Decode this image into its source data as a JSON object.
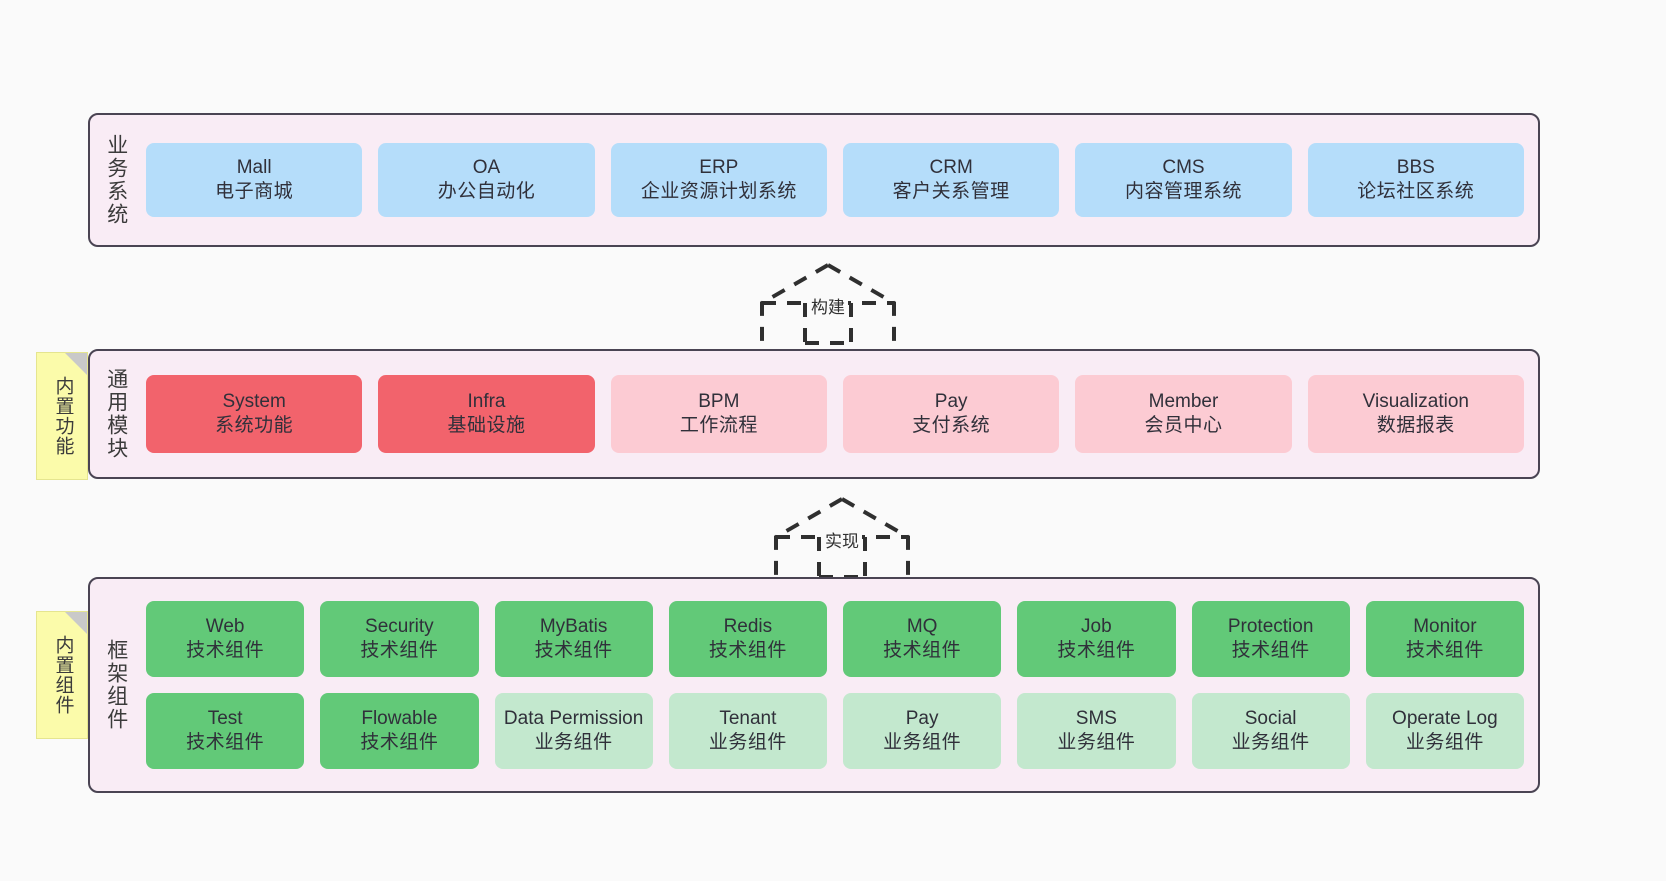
{
  "diagram": {
    "background_color": "#fafafa",
    "band_background": "#f9ecf5",
    "band_border": "#4a4453"
  },
  "layers": [
    {
      "key": "business",
      "label": "业务系统",
      "accent": "#b5ddfa",
      "rows": [
        [
          {
            "en": "Mall",
            "cn": "电子商城",
            "style": "blue"
          },
          {
            "en": "OA",
            "cn": "办公自动化",
            "style": "blue"
          },
          {
            "en": "ERP",
            "cn": "企业资源计划系统",
            "style": "blue"
          },
          {
            "en": "CRM",
            "cn": "客户关系管理",
            "style": "blue"
          },
          {
            "en": "CMS",
            "cn": "内容管理系统",
            "style": "blue"
          },
          {
            "en": "BBS",
            "cn": "论坛社区系统",
            "style": "blue"
          }
        ]
      ]
    },
    {
      "key": "modules",
      "label": "通用模块",
      "accent": "#f2636c",
      "sticky": "内置功能",
      "rows": [
        [
          {
            "en": "System",
            "cn": "系统功能",
            "style": "red-strong"
          },
          {
            "en": "Infra",
            "cn": "基础设施",
            "style": "red-strong"
          },
          {
            "en": "BPM",
            "cn": "工作流程",
            "style": "red-soft"
          },
          {
            "en": "Pay",
            "cn": "支付系统",
            "style": "red-soft"
          },
          {
            "en": "Member",
            "cn": "会员中心",
            "style": "red-soft"
          },
          {
            "en": "Visualization",
            "cn": "数据报表",
            "style": "red-soft"
          }
        ]
      ]
    },
    {
      "key": "framework",
      "label": "框架组件",
      "accent": "#62c978",
      "sticky": "内置组件",
      "rows": [
        [
          {
            "en": "Web",
            "cn": "技术组件",
            "style": "green-strong"
          },
          {
            "en": "Security",
            "cn": "技术组件",
            "style": "green-strong"
          },
          {
            "en": "MyBatis",
            "cn": "技术组件",
            "style": "green-strong"
          },
          {
            "en": "Redis",
            "cn": "技术组件",
            "style": "green-strong"
          },
          {
            "en": "MQ",
            "cn": "技术组件",
            "style": "green-strong"
          },
          {
            "en": "Job",
            "cn": "技术组件",
            "style": "green-strong"
          },
          {
            "en": "Protection",
            "cn": "技术组件",
            "style": "green-strong"
          },
          {
            "en": "Monitor",
            "cn": "技术组件",
            "style": "green-strong"
          }
        ],
        [
          {
            "en": "Test",
            "cn": "技术组件",
            "style": "green-strong"
          },
          {
            "en": "Flowable",
            "cn": "技术组件",
            "style": "green-strong"
          },
          {
            "en": "Data Permission",
            "cn": "业务组件",
            "style": "green-soft",
            "wrap": true
          },
          {
            "en": "Tenant",
            "cn": "业务组件",
            "style": "green-soft"
          },
          {
            "en": "Pay",
            "cn": "业务组件",
            "style": "green-soft"
          },
          {
            "en": "SMS",
            "cn": "业务组件",
            "style": "green-soft"
          },
          {
            "en": "Social",
            "cn": "业务组件",
            "style": "green-soft"
          },
          {
            "en": "Operate Log",
            "cn": "业务组件",
            "style": "green-soft"
          }
        ]
      ]
    }
  ],
  "connectors": [
    {
      "key": "build",
      "label": "构建"
    },
    {
      "key": "implement",
      "label": "实现"
    }
  ],
  "sticky_notes": [
    {
      "key": "builtin-function",
      "label": "内置功能",
      "color": "#fbfbaa"
    },
    {
      "key": "builtin-component",
      "label": "内置组件",
      "color": "#fbfbaa"
    }
  ]
}
